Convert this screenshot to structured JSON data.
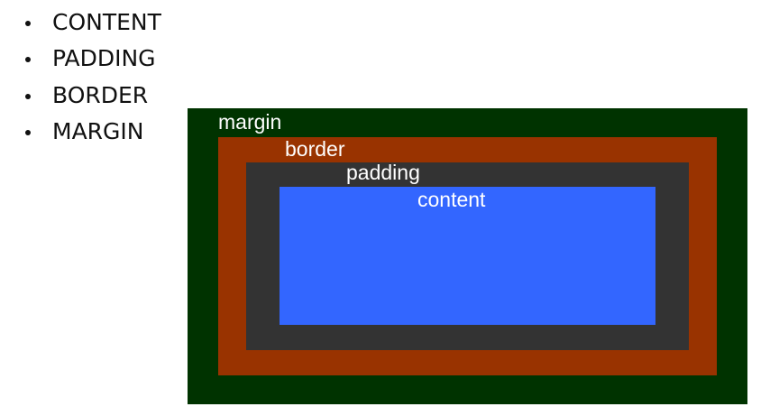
{
  "bullets": [
    "CONTENT",
    "PADDING",
    "BORDER",
    "MARGIN"
  ],
  "diagram": {
    "labels": {
      "margin": "margin",
      "border": "border",
      "padding": "padding",
      "content": "content"
    },
    "colors": {
      "margin": "#003300",
      "border": "#993300",
      "padding": "#333333",
      "content": "#3366ff",
      "label_text": "#ffffff"
    }
  }
}
